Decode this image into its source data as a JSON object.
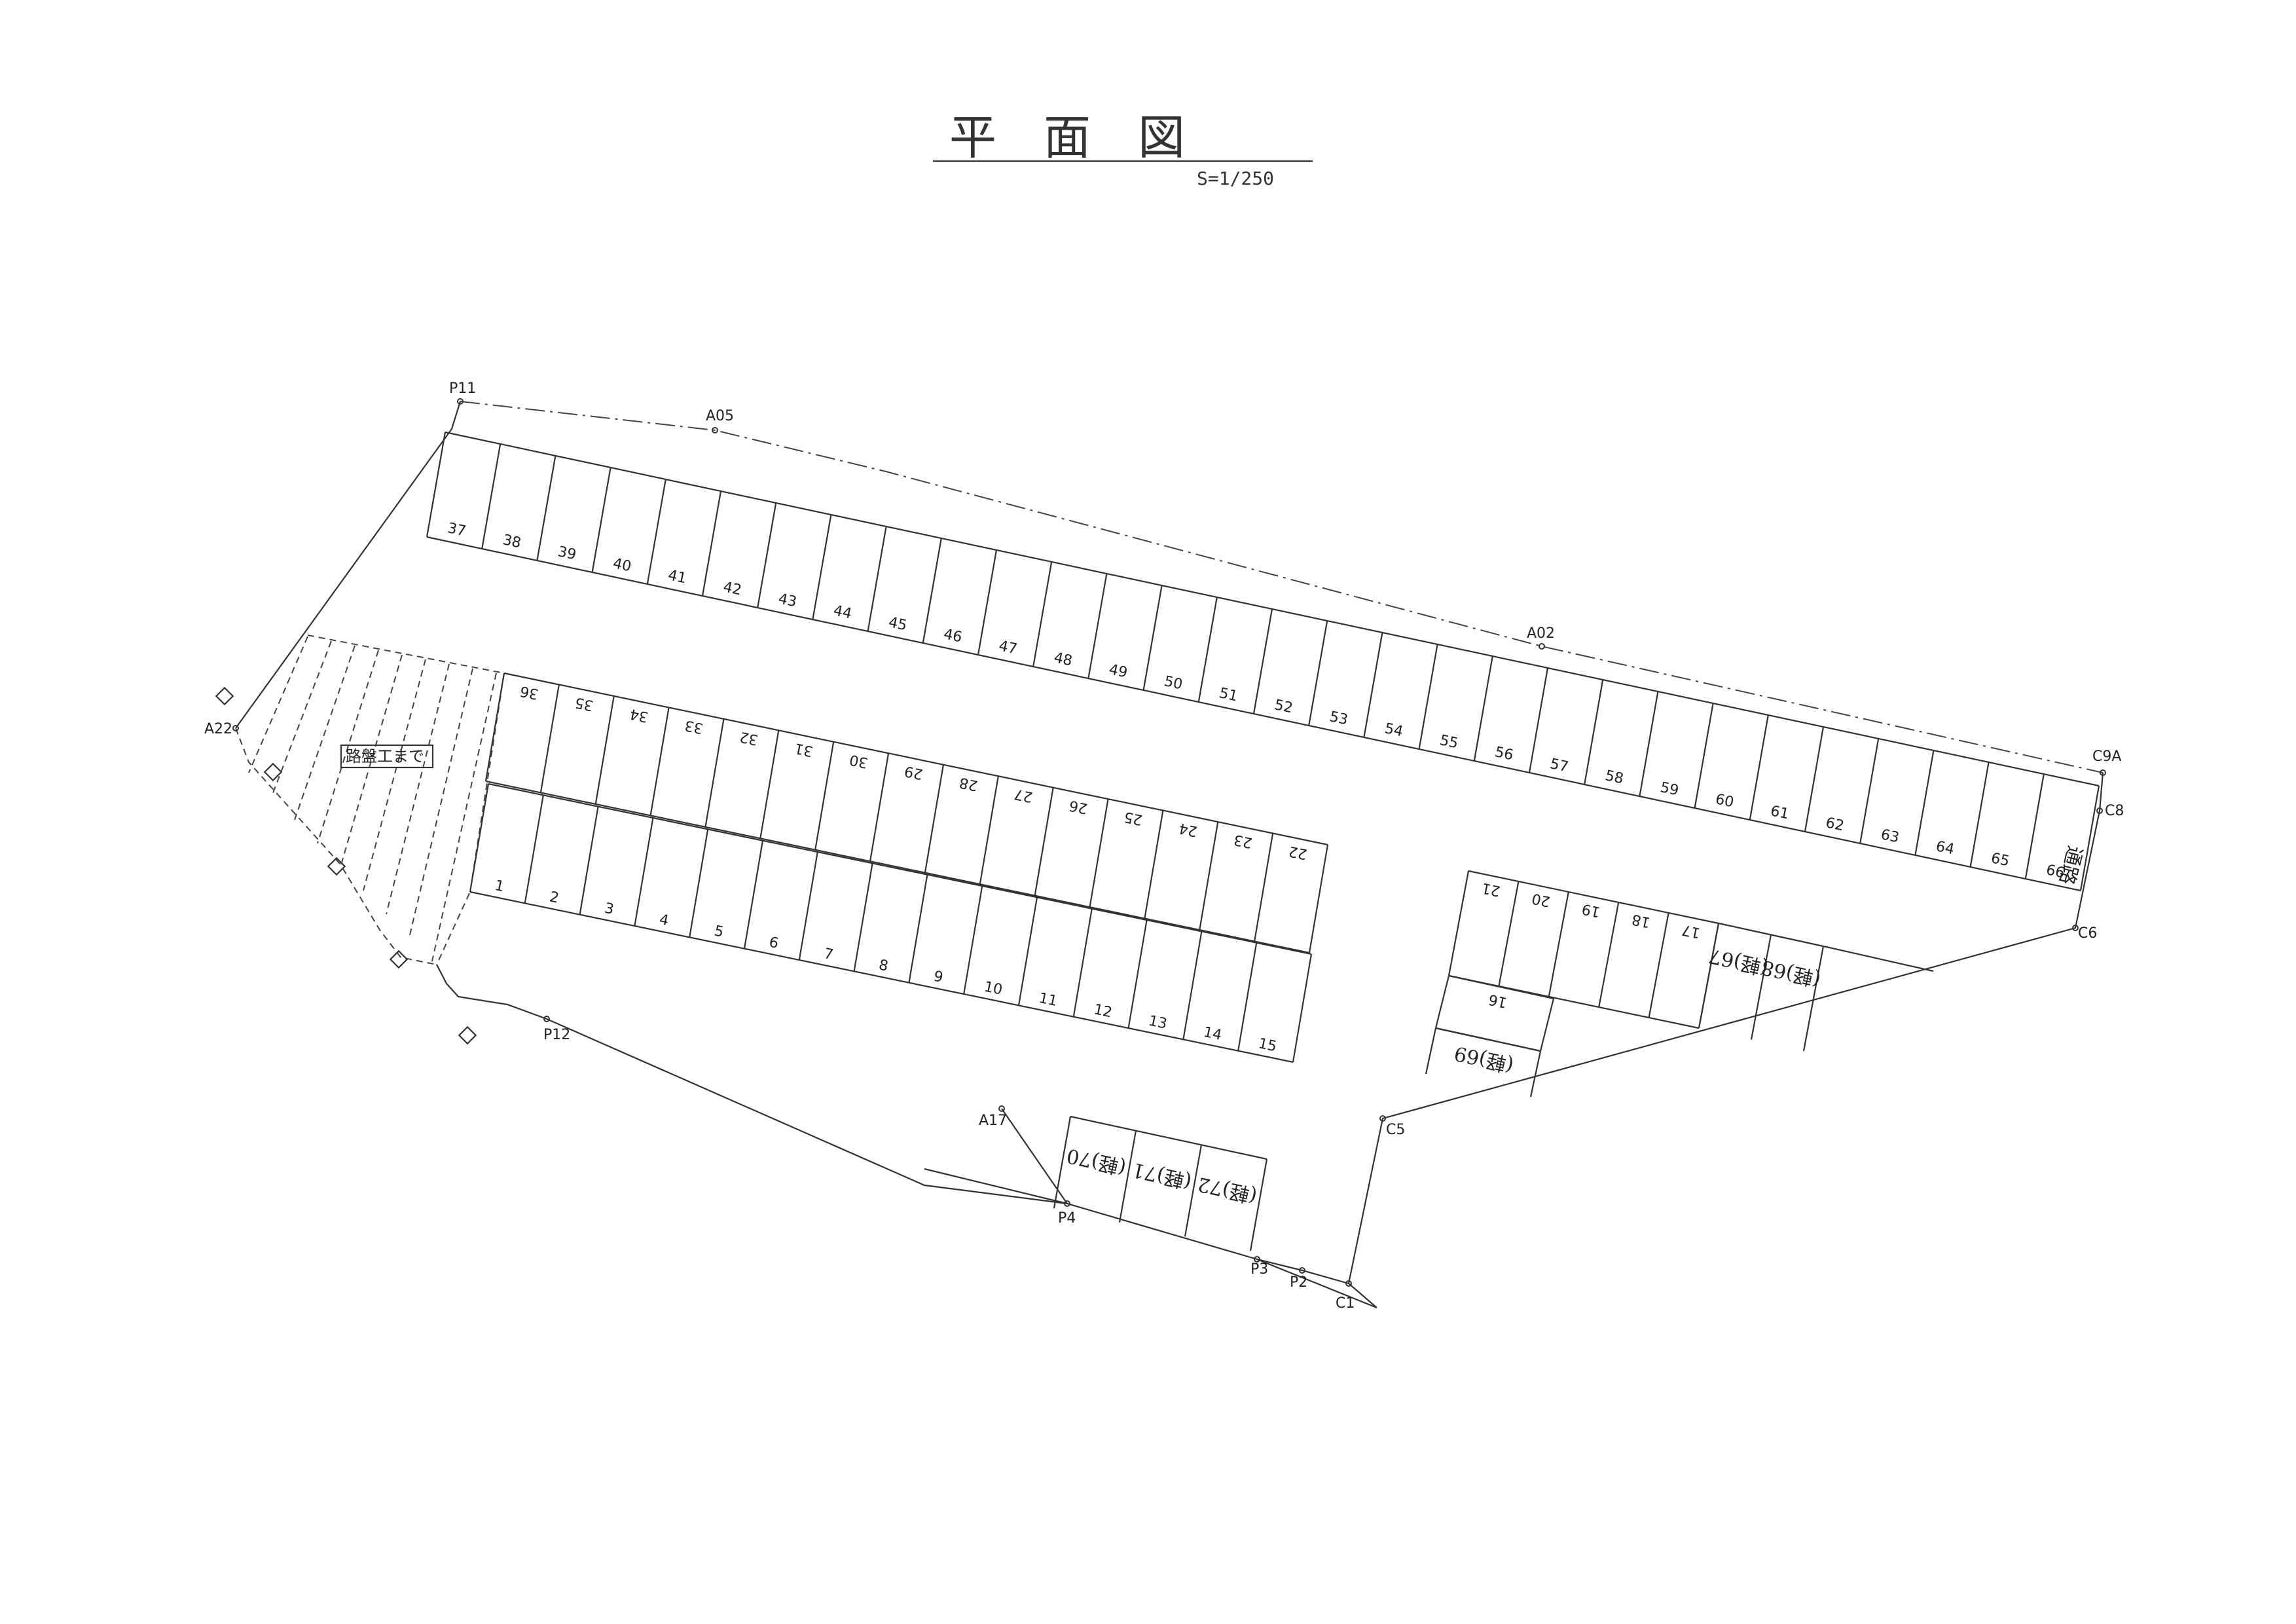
{
  "title": "平　面　図",
  "scale": "S=1/250",
  "note": "路盤工まで",
  "road_label": "通路",
  "points": {
    "P11": "P11",
    "A05": "A05",
    "A02": "A02",
    "C9A": "C9A",
    "C8": "C8",
    "C6": "C6",
    "C5": "C5",
    "C1": "C1",
    "P2": "P2",
    "P3": "P3",
    "P4": "P4",
    "A17": "A17",
    "P12": "P12",
    "A22": "A22"
  },
  "stalls": {
    "top_row": [
      "37",
      "38",
      "39",
      "40",
      "41",
      "42",
      "43",
      "44",
      "45",
      "46",
      "47",
      "48",
      "49",
      "50",
      "51",
      "52",
      "53",
      "54",
      "55",
      "56",
      "57",
      "58",
      "59",
      "60",
      "61",
      "62",
      "63",
      "64",
      "65",
      "66"
    ],
    "middle_upper": [
      "36",
      "35",
      "34",
      "33",
      "32",
      "31",
      "30",
      "29",
      "28",
      "27",
      "26",
      "25",
      "24",
      "23",
      "22"
    ],
    "middle_lower": [
      "1",
      "2",
      "3",
      "4",
      "5",
      "6",
      "7",
      "8",
      "9",
      "10",
      "11",
      "12",
      "13",
      "14",
      "15"
    ],
    "right_block": [
      "21",
      "20",
      "19",
      "18",
      "17"
    ],
    "right_extra": [
      "16"
    ],
    "right_light": [
      "67",
      "68",
      "69"
    ],
    "bottom_light": [
      "70",
      "71",
      "72"
    ]
  },
  "light_marker": "(軽)"
}
